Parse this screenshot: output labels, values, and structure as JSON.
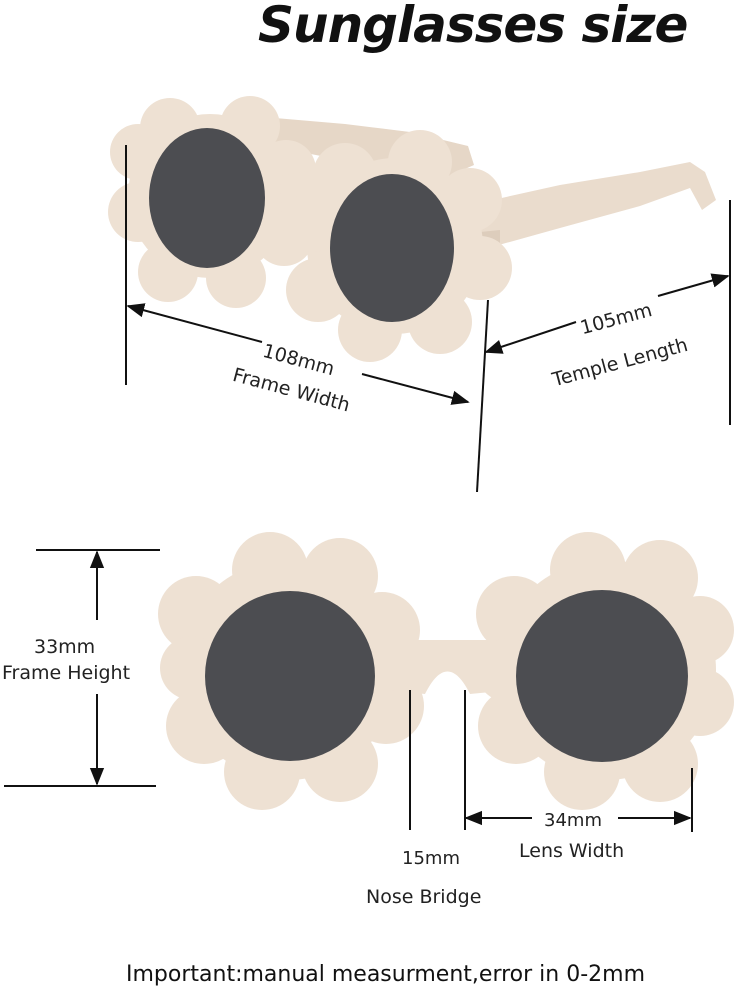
{
  "title": "Sunglasses size",
  "colors": {
    "frame": "#eee1d3",
    "frame_shadow": "#ddcdbc",
    "lens": "#4c4d51",
    "ink": "#111111"
  },
  "measurements": {
    "frame_width": {
      "value": "108mm",
      "label": "Frame Width"
    },
    "temple_length": {
      "value": "105mm",
      "label": "Temple Length"
    },
    "frame_height": {
      "value": "33mm",
      "label": "Frame Height"
    },
    "lens_width": {
      "value": "34mm",
      "label": "Lens Width"
    },
    "nose_bridge": {
      "value": "15mm",
      "label": "Nose Bridge"
    }
  },
  "note": "Important:manual measurment,error in 0-2mm"
}
